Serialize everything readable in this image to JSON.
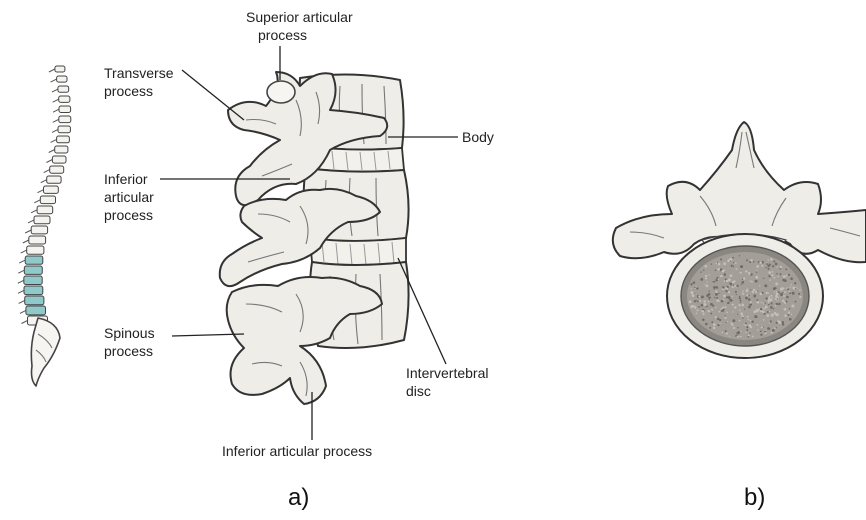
{
  "panel_a": {
    "caption": "a)",
    "labels": {
      "superior_articular_line1": "Superior articular",
      "superior_articular_line2": "process",
      "transverse_line1": "Transverse",
      "transverse_line2": "process",
      "body": "Body",
      "inferior_articular_line1": "Inferior",
      "inferior_articular_line2": "articular",
      "inferior_articular_line3": "process",
      "spinous_line1": "Spinous",
      "spinous_line2": "process",
      "intervertebral_line1": "Intervertebral",
      "intervertebral_line2": "disc",
      "inferior_articular_bottom": "Inferior articular process"
    },
    "spine_highlight_color": "#8fc9c9"
  },
  "panel_b": {
    "caption": "b)"
  }
}
